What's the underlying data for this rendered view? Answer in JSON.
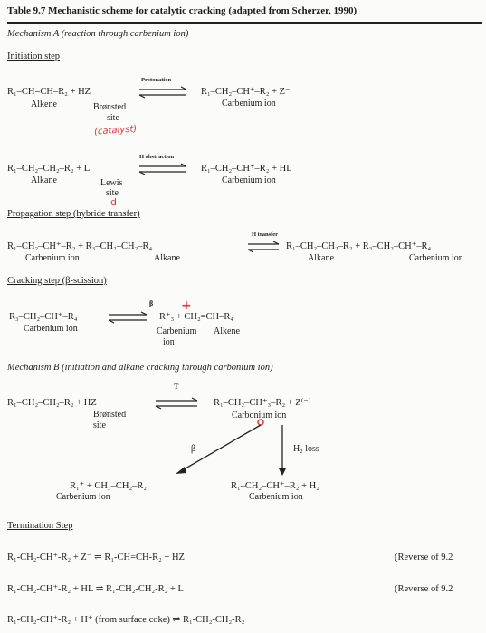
{
  "title": "Table 9.7 Mechanistic scheme for catalytic cracking (adapted from Scherzer, 1990)",
  "mech_a_header": "Mechanism A (reaction through carbenium ion)",
  "initiation": {
    "heading": "Initiation step",
    "r1": {
      "left": "R₁–CH=CH–R₂ + HZ",
      "arrow_label": "Protonation",
      "right": "R₁–CH₂–CH⁺–R₂ + Z⁻",
      "label_a": "Alkene",
      "label_b": "Brønsted",
      "label_b2": "site",
      "label_c": "Carbenium ion",
      "note": "(catalyst)"
    },
    "r2": {
      "left": "R₁–CH₂–CH₂–R₂ + L",
      "arrow_label": "H abstraction",
      "right": "R₁–CH₂–CH⁺–R₂ + HL",
      "label_a": "Alkane",
      "label_b": "Lewis",
      "label_b2": "site",
      "label_c": "Carbenium ion",
      "note": "d"
    }
  },
  "propagation": {
    "heading": "Propagation step (hybride transfer)",
    "arrow_label": "H transfer",
    "left": "R₁–CH₂–CH⁺–R₂ + R₃–CH₂–CH₂–R₄",
    "right": "R₁–CH₂–CH₂–R₂ + R₃–CH₂–CH⁺–R₄",
    "label_a": "Carbenium ion",
    "label_b": "Alkane",
    "label_c": "Alkane",
    "label_d": "Carbenium ion"
  },
  "cracking": {
    "heading": "Cracking step (β-scission)",
    "arrow_label": "β",
    "left": "R₃–CH₂–CH⁺–R₄",
    "right": "R⁺₃ + CH₂=CH–R₄",
    "label_a": "Carbenium ion",
    "label_b": "Carbenium",
    "label_b2": "ion",
    "label_c": "Alkene"
  },
  "mech_b_header": "Mechanism B (initiation and alkane cracking through carbonium ion)",
  "mech_b": {
    "arrow_label": "T",
    "left": "R₁–CH₂–CH₂–R₂ + HZ",
    "right": "R₁–CH₂–CH⁺₃–R₂ + Z⁽⁻⁾",
    "label_a": "Brønsted",
    "label_a2": "site",
    "label_b": "Carbonium ion",
    "beta": "β",
    "h2loss": "H₂ loss",
    "prod1": "R₁⁺ + CH₃–CH₂–R₂",
    "prod1_label": "Carbenium ion",
    "prod2": "R₁–CH₂–CH⁺–R₂ + H₂",
    "prod2_label": "Carbenium ion"
  },
  "termination": {
    "heading": "Termination Step",
    "rows": [
      {
        "eq": "R₁-CH₂-CH⁺-R₂  + Z⁻  ⇌  R₁-CH=CH-R₂ + HZ",
        "ref": "(Reverse of 9.2"
      },
      {
        "eq": "R₁-CH₂-CH⁺-R₂  + HL  ⇌  R₁-CH₂-CH₂-R₂ + L",
        "ref": "(Reverse of 9.2"
      },
      {
        "eq": "R₁-CH₂-CH⁺-R₂  + H⁺ (from surface coke)  ⇌  R₁-CH₂-CH₂-R₂",
        "ref": ""
      }
    ]
  }
}
